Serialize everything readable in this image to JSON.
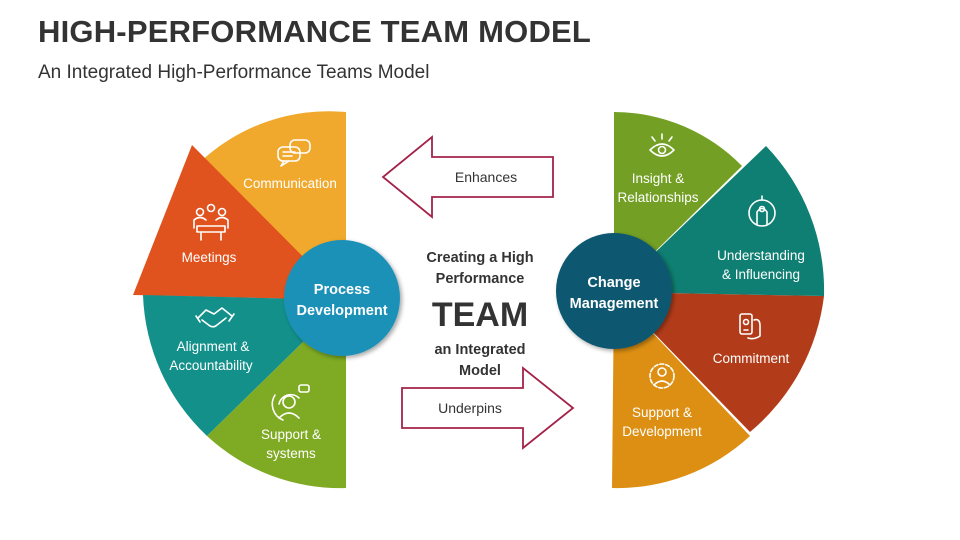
{
  "title": "HIGH-PERFORMANCE TEAM MODEL",
  "subtitle": "An Integrated High-Performance Teams Model",
  "colors": {
    "orange_yellow": "#F0A92C",
    "red_orange": "#E0531F",
    "teal": "#13908A",
    "green": "#7FAA23",
    "olive": "#73A024",
    "dark_teal": "#0E7F72",
    "dark_red": "#B23C1A",
    "dark_orange": "#DC8F12",
    "hub_blue": "#1E91B8",
    "hub_dark": "#0F5870",
    "arrow_outline": "#A3224A"
  },
  "left_wheel": {
    "hub": [
      "Process",
      "Development"
    ],
    "segments": [
      {
        "id": "communication",
        "label": [
          "Communication"
        ],
        "icon": "chat-bubbles-icon"
      },
      {
        "id": "meetings",
        "label": [
          "Meetings"
        ],
        "icon": "meeting-table-icon"
      },
      {
        "id": "alignment",
        "label": [
          "Alignment &",
          "Accountability"
        ],
        "icon": "handshake-icon"
      },
      {
        "id": "support",
        "label": [
          "Support &",
          "systems"
        ],
        "icon": "support-person-icon"
      }
    ]
  },
  "right_wheel": {
    "hub": [
      "Change",
      "Management"
    ],
    "segments": [
      {
        "id": "insight",
        "label": [
          "Insight &",
          "Relationships"
        ],
        "icon": "eye-icon"
      },
      {
        "id": "understanding",
        "label": [
          "Understanding",
          "& Influencing"
        ],
        "icon": "head-bulb-icon"
      },
      {
        "id": "commitment",
        "label": [
          "Commitment"
        ],
        "icon": "phone-hand-icon"
      },
      {
        "id": "support_dev",
        "label": [
          "Support &",
          "Development"
        ],
        "icon": "gear-person-icon"
      }
    ]
  },
  "center": {
    "line1": "Creating a High",
    "line2": "Performance",
    "big": "TEAM",
    "line3": "an Integrated",
    "line4": "Model"
  },
  "arrows": {
    "top": "Enhances",
    "bottom": "Underpins"
  }
}
